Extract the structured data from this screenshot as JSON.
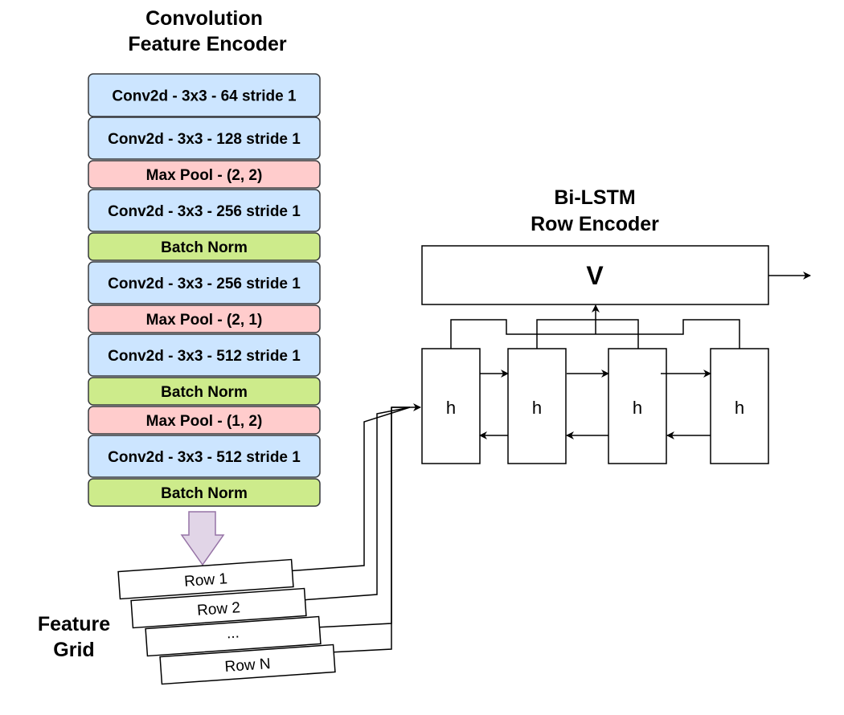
{
  "encoder": {
    "title_line1": "Convolution",
    "title_line2": "Feature Encoder",
    "layers": [
      {
        "label": "Conv2d - 3x3 -  64   stride 1",
        "kind": "conv"
      },
      {
        "label": "Conv2d - 3x3 - 128  stride 1",
        "kind": "conv"
      },
      {
        "label": "Max Pool - (2, 2)",
        "kind": "pool"
      },
      {
        "label": "Conv2d - 3x3 - 256 stride 1",
        "kind": "conv"
      },
      {
        "label": "Batch Norm",
        "kind": "norm"
      },
      {
        "label": "Conv2d - 3x3 - 256 stride 1",
        "kind": "conv"
      },
      {
        "label": "Max Pool - (2, 1)",
        "kind": "pool"
      },
      {
        "label": "Conv2d - 3x3 - 512 stride 1",
        "kind": "conv"
      },
      {
        "label": "Batch Norm",
        "kind": "norm"
      },
      {
        "label": "Max Pool - (1, 2)",
        "kind": "pool"
      },
      {
        "label": "Conv2d - 3x3 - 512 stride 1",
        "kind": "conv"
      },
      {
        "label": "Batch Norm",
        "kind": "norm"
      }
    ]
  },
  "feature_grid": {
    "label_line1": "Feature",
    "label_line2": "Grid",
    "rows": [
      "Row 1",
      "Row 2",
      "...",
      "Row N"
    ]
  },
  "bilstm": {
    "title_line1": "Bi-LSTM",
    "title_line2": "Row Encoder",
    "output_label": "V",
    "cell_labels": [
      "h",
      "h",
      "h",
      "h"
    ]
  },
  "colors": {
    "conv": "#cce5ff",
    "pool": "#ffcccc",
    "norm": "#cdeb8b",
    "down_arrow": "#e1d5e7",
    "down_arrow_stroke": "#9673a6",
    "border": "#36393d"
  }
}
